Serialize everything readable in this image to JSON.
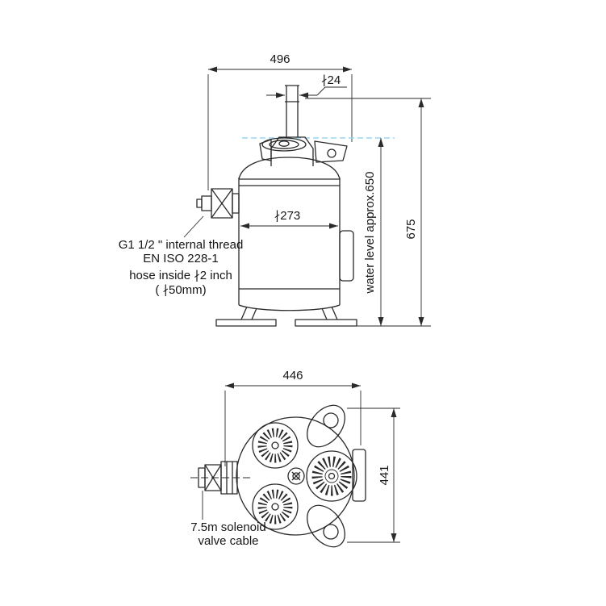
{
  "colors": {
    "line": "#2a2a2a",
    "water_level": "#9ad6f0"
  },
  "front_view": {
    "width": "496",
    "pipe_diameter": "∤24",
    "tank_diameter": "∤273",
    "height": "675",
    "water_level": "water level approx.650",
    "thread_note": {
      "line1": "G1 1/2 \" internal thread",
      "line2": "EN ISO 228-1",
      "line3": "hose inside ∤2 inch",
      "line4": "( ∤50mm)"
    }
  },
  "plan_view": {
    "width": "446",
    "depth": "441",
    "cable_note": {
      "line1": "7.5m solenoid",
      "line2": "valve cable"
    }
  }
}
